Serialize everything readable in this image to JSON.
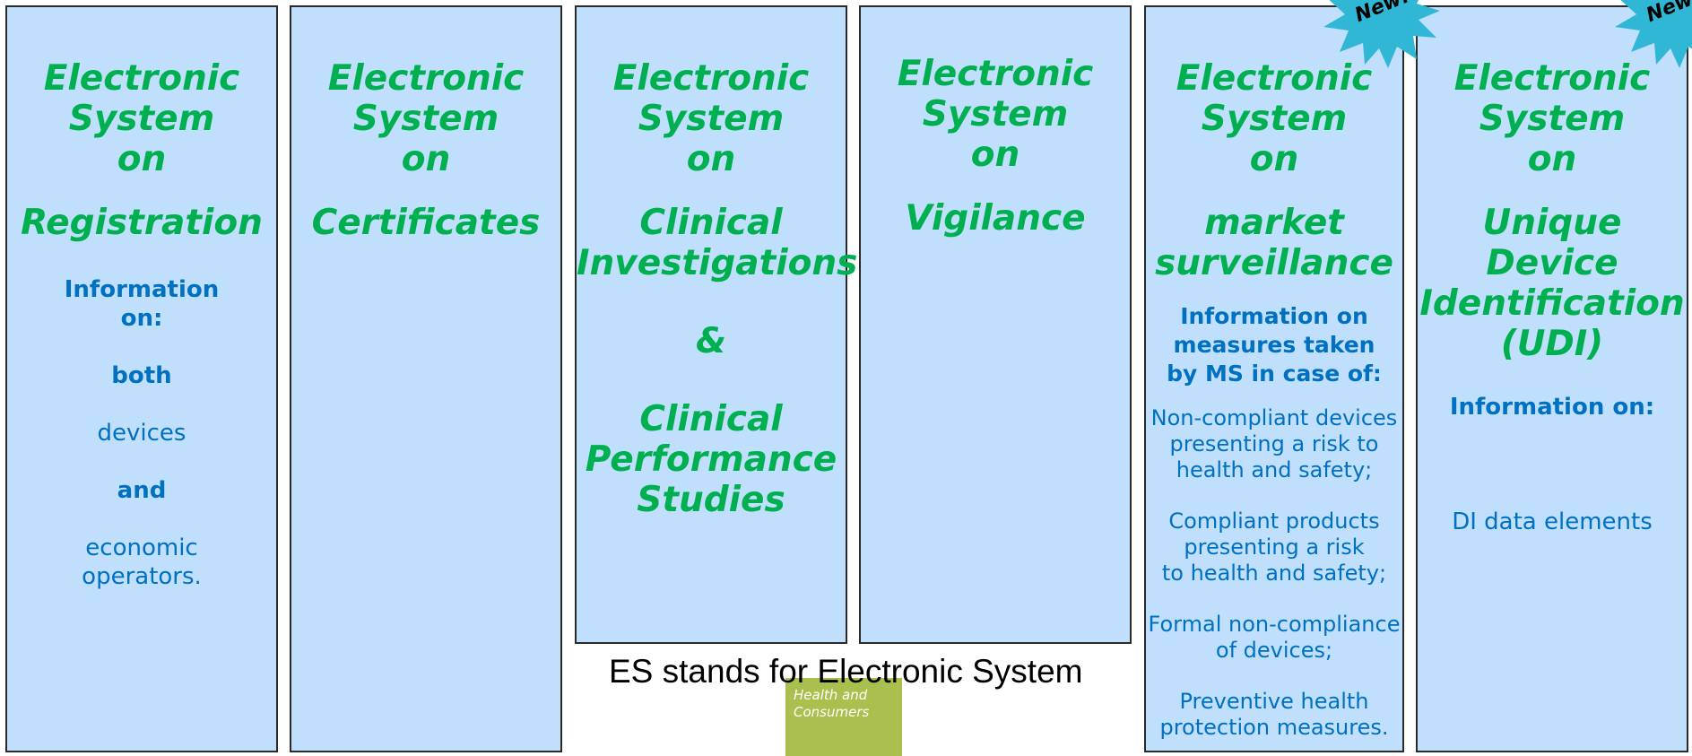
{
  "columns": [
    {
      "title": [
        "Electronic",
        "System",
        "on",
        "Registration"
      ],
      "info": [
        {
          "text": "Information",
          "bold": true
        },
        {
          "text": "on:",
          "bold": true
        },
        {
          "text": "both",
          "bold": true
        },
        {
          "text": "devices",
          "bold": false
        },
        {
          "text": "and",
          "bold": true
        },
        {
          "text": "economic",
          "bold": false
        },
        {
          "text": "operators.",
          "bold": false
        }
      ]
    },
    {
      "title": [
        "Electronic",
        "System",
        "on",
        "Certificates"
      ],
      "info": []
    },
    {
      "title": [
        "Electronic",
        "System",
        "on",
        "Clinical",
        "Investigations",
        "&",
        "Clinical",
        "Performance",
        "Studies"
      ],
      "info": []
    },
    {
      "title": [
        "Electronic",
        "System",
        "on",
        "Vigilance"
      ],
      "info": []
    },
    {
      "title": [
        "Electronic",
        "System",
        "on",
        "market",
        "surveillance"
      ],
      "info": [
        {
          "text": "Information on",
          "bold": true
        },
        {
          "text": "measures taken",
          "bold": true
        },
        {
          "text": "by MS in case of:",
          "bold": true
        },
        {
          "text": "Non-compliant devices",
          "bold": false
        },
        {
          "text": "presenting a risk to",
          "bold": false
        },
        {
          "text": "health and safety;",
          "bold": false
        },
        {
          "text": "Compliant products",
          "bold": false
        },
        {
          "text": "presenting a risk",
          "bold": false
        },
        {
          "text": "to health and safety;",
          "bold": false
        },
        {
          "text": "Formal non-compliance",
          "bold": false
        },
        {
          "text": "of devices;",
          "bold": false
        },
        {
          "text": "Preventive health",
          "bold": false
        },
        {
          "text": "protection measures.",
          "bold": false
        }
      ],
      "badge": "New!"
    },
    {
      "title": [
        "Electronic",
        "System",
        "on",
        "Unique",
        "Device",
        "Identification",
        "(UDI)"
      ],
      "info": [
        {
          "text": "Information on:",
          "bold": true
        },
        {
          "text": "DI data elements",
          "bold": false
        }
      ],
      "badge": "New!"
    }
  ],
  "footnote": "ES stands for Electronic System",
  "logo": {
    "line1": "Health and",
    "line2": "Consumers"
  },
  "colors": {
    "panel": "#bfdffd",
    "title": "#00b050",
    "info": "#0070c0",
    "badge": "#31b7d6",
    "logo": "#a9c04e"
  }
}
